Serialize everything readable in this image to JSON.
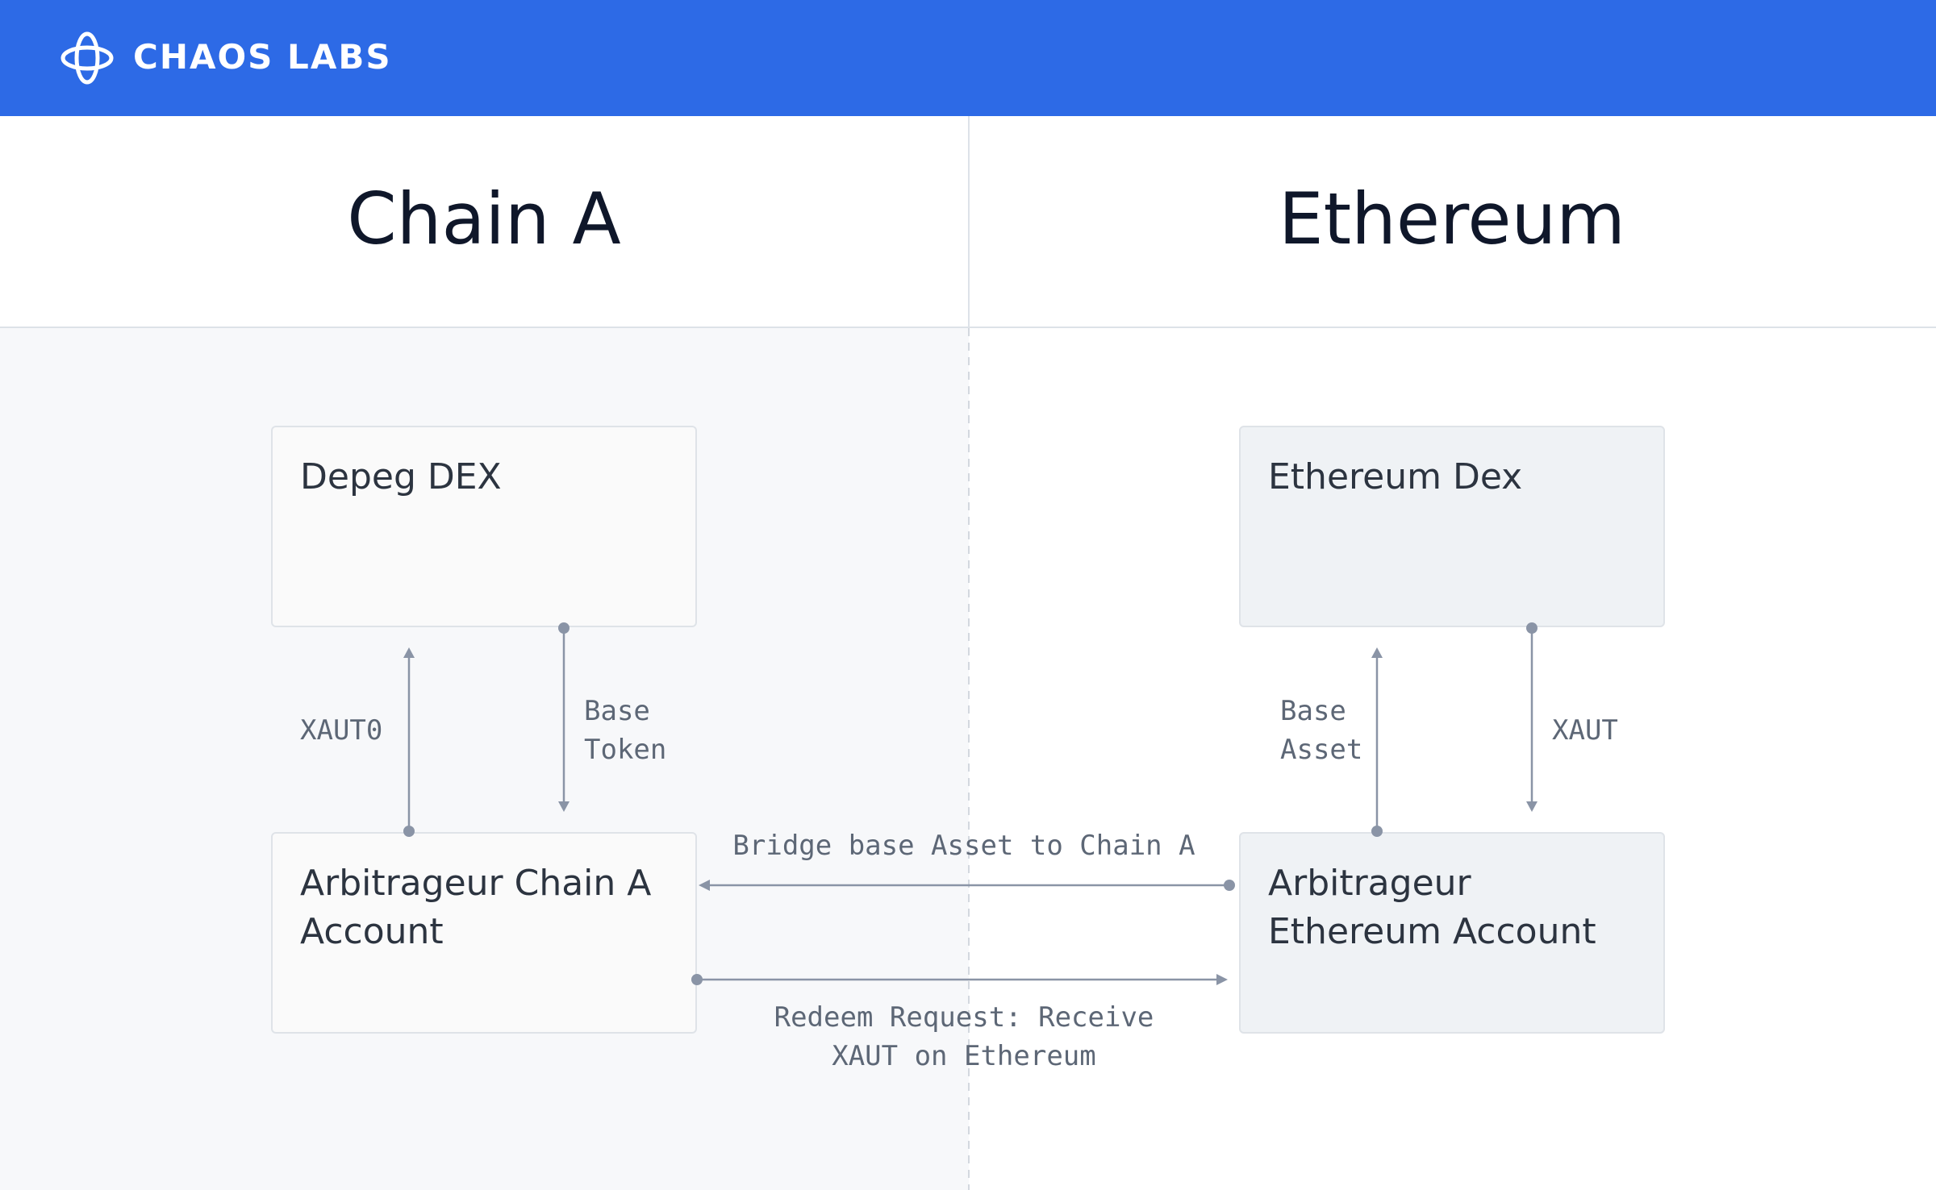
{
  "header": {
    "brand": "CHAOS LABS",
    "logo_icon": "chaos-labs-logo-icon",
    "background": "#2d6ae6"
  },
  "columns": {
    "left_title": "Chain A",
    "right_title": "Ethereum"
  },
  "boxes": {
    "depeg_dex": {
      "label": "Depeg DEX"
    },
    "ethereum_dex": {
      "label": "Ethereum Dex"
    },
    "arb_chain_a": {
      "line1": "Arbitrageur Chain A",
      "line2": "Account"
    },
    "arb_ethereum": {
      "line1": "Arbitrageur",
      "line2": "Ethereum Account"
    }
  },
  "arrows": {
    "xaut0": "XAUT0",
    "base_token": {
      "line1": "Base",
      "line2": "Token"
    },
    "base_asset": {
      "line1": "Base",
      "line2": "Asset"
    },
    "xaut": "XAUT",
    "bridge": "Bridge base Asset to Chain A",
    "redeem": {
      "line1": "Redeem Request: Receive",
      "line2": "XAUT on Ethereum"
    }
  },
  "colors": {
    "arrow": "#8a94a6",
    "divider": "#dde2e8",
    "left_panel": "#f7f8fa"
  }
}
